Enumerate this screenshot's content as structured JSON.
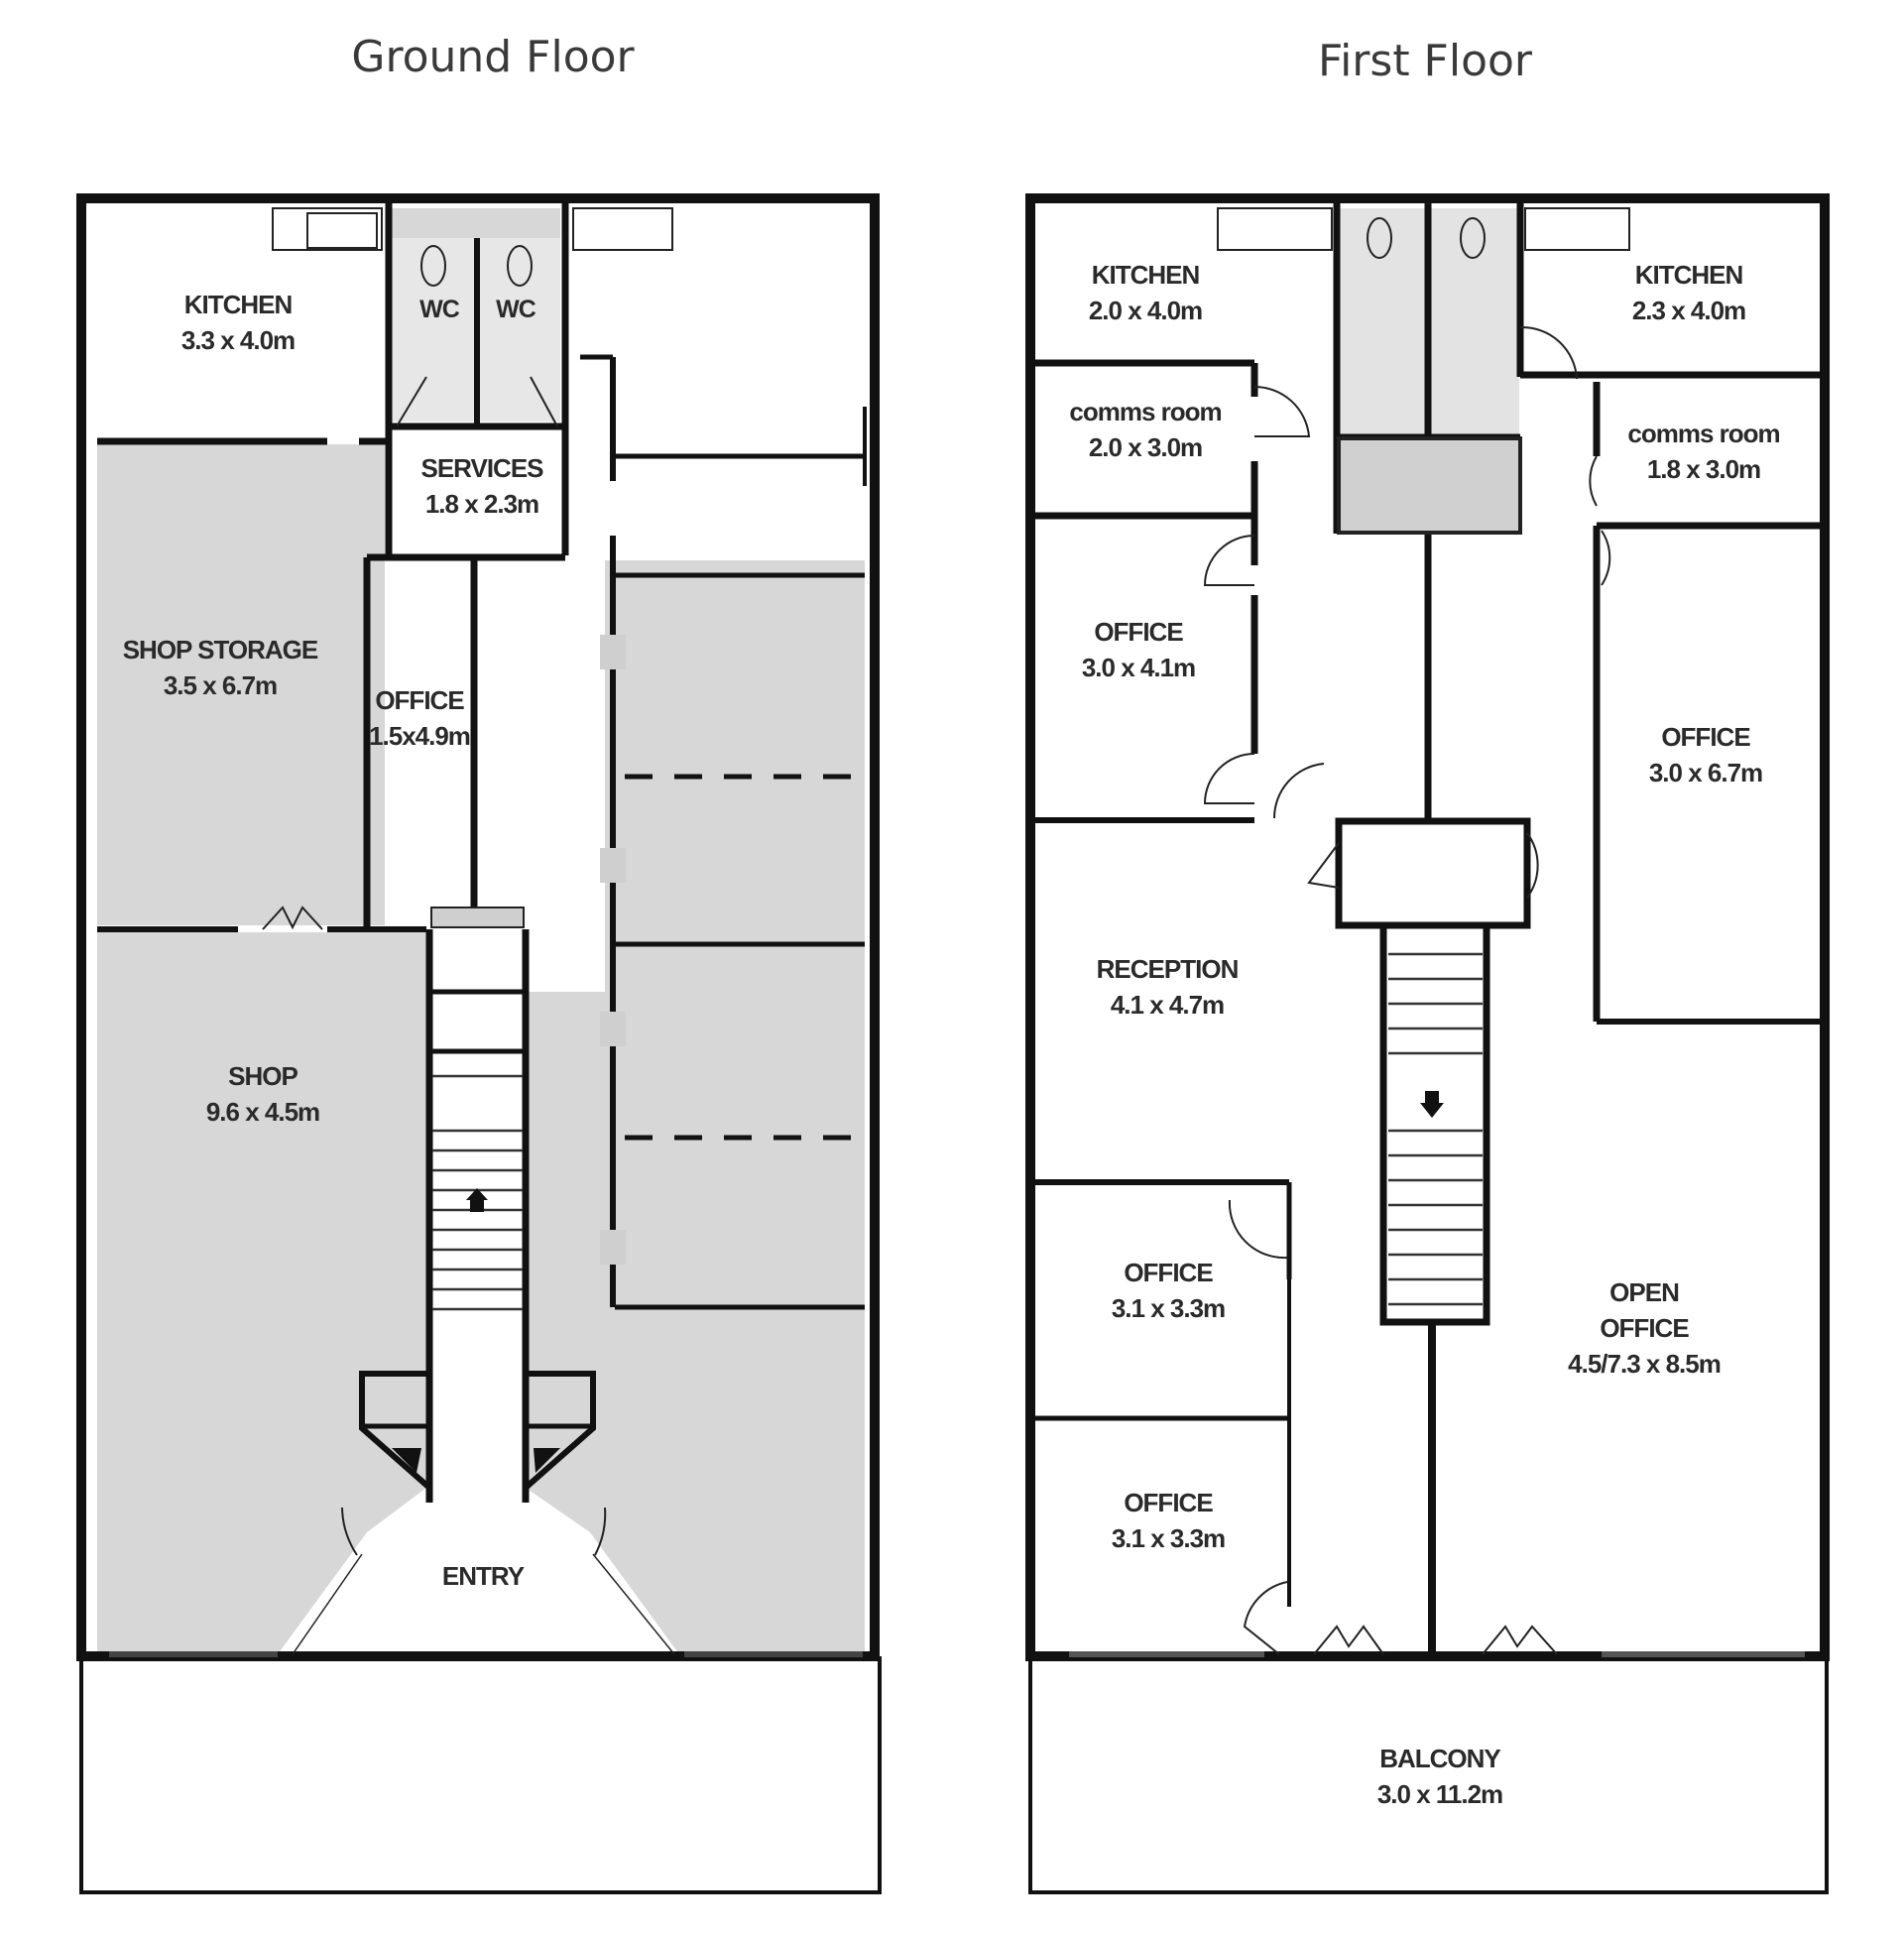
{
  "ground_floor": {
    "title": "Ground Floor",
    "rooms": [
      {
        "name": "KITCHEN",
        "size": "3.3 x 4.0m"
      },
      {
        "name": "WC",
        "size": ""
      },
      {
        "name": "WC",
        "size": ""
      },
      {
        "name": "SERVICES",
        "size": "1.8 x 2.3m"
      },
      {
        "name": "SHOP STORAGE",
        "size": "3.5 x 6.7m"
      },
      {
        "name": "OFFICE",
        "size": "1.5x4.9m"
      },
      {
        "name": "SHOP",
        "size": "9.6 x 4.5m"
      },
      {
        "name": "ENTRY",
        "size": ""
      }
    ],
    "stair_direction": "up"
  },
  "first_floor": {
    "title": "First Floor",
    "rooms": [
      {
        "name": "KITCHEN",
        "size": "2.0 x 4.0m"
      },
      {
        "name": "KITCHEN",
        "size": "2.3 x 4.0m"
      },
      {
        "name": "comms room",
        "size": "2.0 x 3.0m"
      },
      {
        "name": "comms room",
        "size": "1.8  x 3.0m"
      },
      {
        "name": "OFFICE",
        "size": "3.0 x 4.1m"
      },
      {
        "name": "OFFICE",
        "size": "3.0 x 6.7m"
      },
      {
        "name": "RECEPTION",
        "size": "4.1 x 4.7m"
      },
      {
        "name": "OFFICE",
        "size": "3.1 x 3.3m"
      },
      {
        "name": "OFFICE",
        "size": "3.1 x 3.3m"
      },
      {
        "name": "OPEN",
        "size": ""
      },
      {
        "name": "OFFICE",
        "size": "4.5/7.3 x 8.5m"
      },
      {
        "name": "BALCONY",
        "size": "3.0 x 11.2m"
      }
    ],
    "stair_direction": "down"
  },
  "colors": {
    "wall": "#111111",
    "shaded_floor": "#d7d7d7",
    "background": "#ffffff"
  }
}
